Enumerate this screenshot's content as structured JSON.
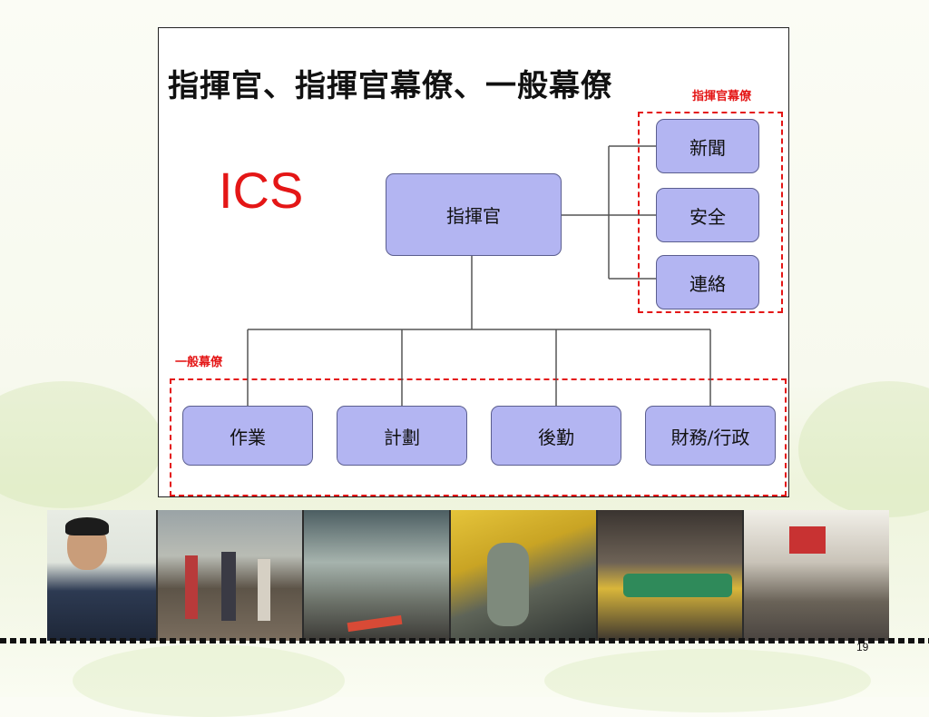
{
  "slide": {
    "title": "指揮官、指揮官幕僚、一般幕僚",
    "ics_label": "ICS",
    "command_staff_label": "指揮官幕僚",
    "general_staff_label": "一般幕僚",
    "page_number": "19"
  },
  "chart": {
    "root": "指揮官",
    "command_staff": [
      "新聞",
      "安全",
      "連絡"
    ],
    "general_staff": [
      "作業",
      "計劃",
      "後勤",
      "財務/行政"
    ]
  },
  "colors": {
    "node_fill": "#b3b5f2",
    "node_border": "#5b5e8f",
    "accent_red": "#e41616"
  },
  "photos": [
    "officer-phone-photo",
    "evacuation-crowd-photo",
    "building-lobby-photo",
    "hazmat-suit-photo",
    "stretcher-rescue-photo",
    "equipment-area-photo"
  ]
}
